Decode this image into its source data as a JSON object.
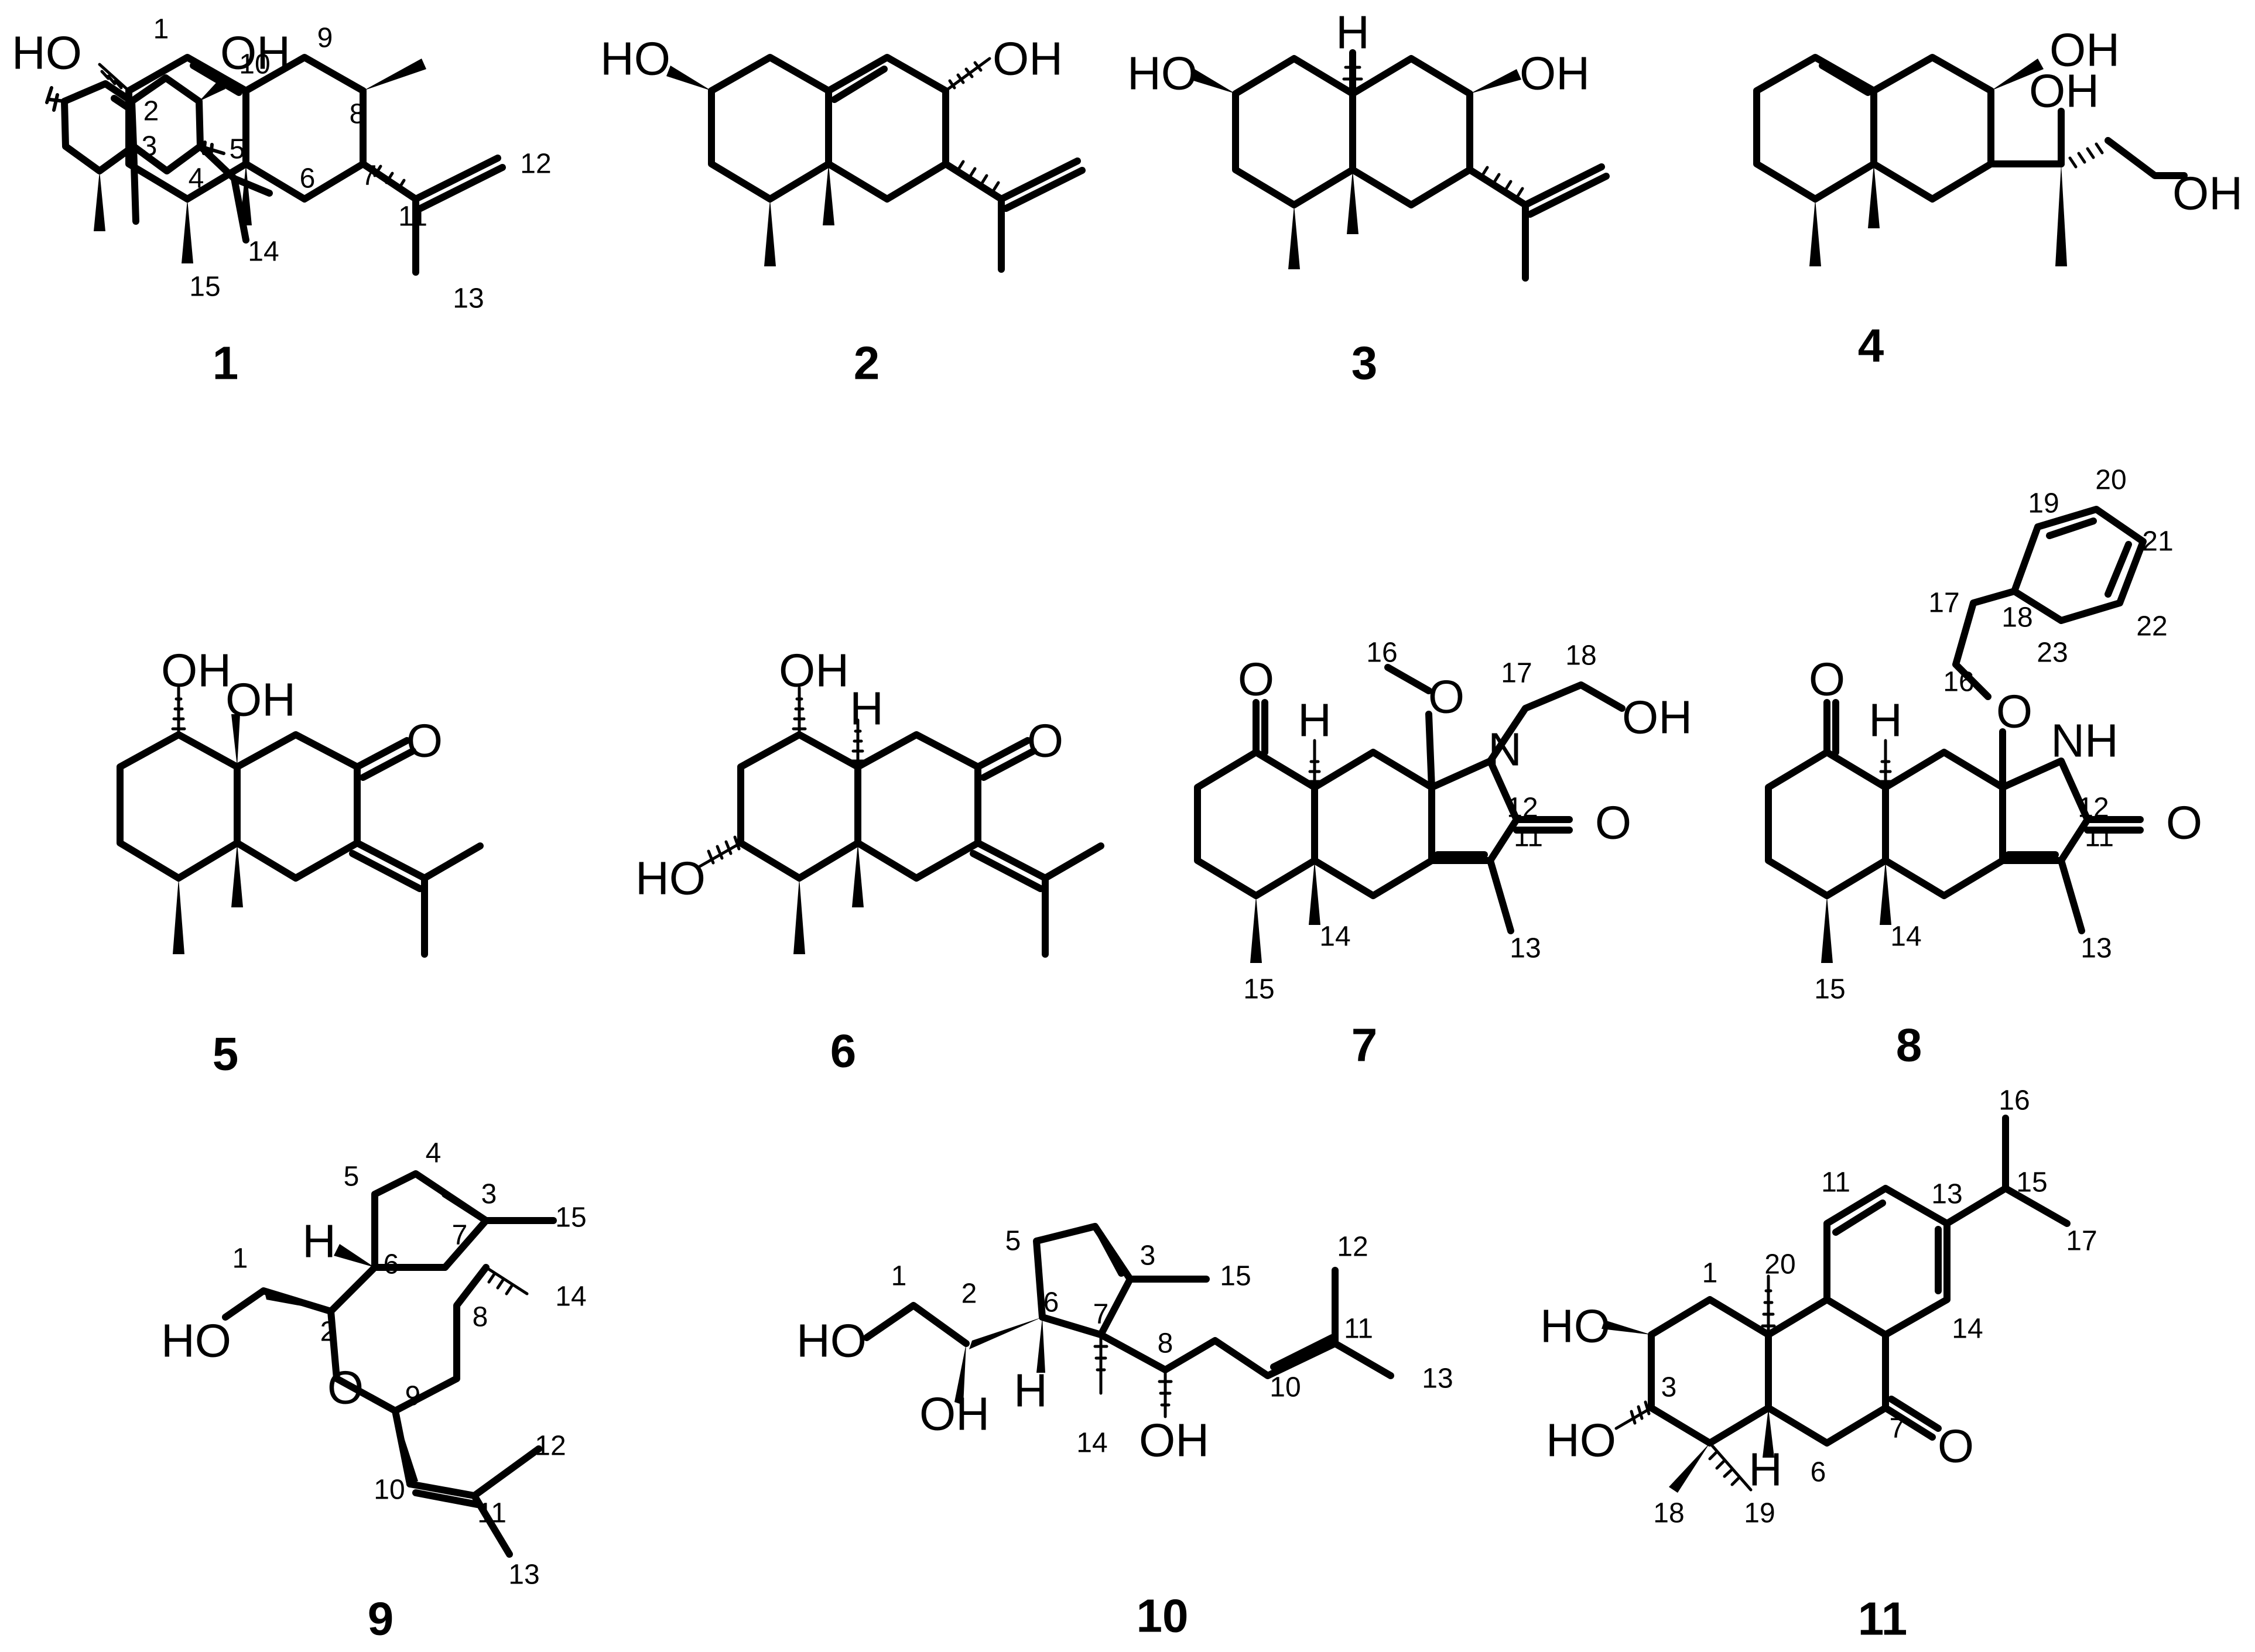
{
  "compounds": [
    {
      "id": "1"
    },
    {
      "id": "2"
    },
    {
      "id": "3"
    },
    {
      "id": "4"
    },
    {
      "id": "5"
    },
    {
      "id": "6"
    },
    {
      "id": "7"
    },
    {
      "id": "8"
    },
    {
      "id": "9"
    },
    {
      "id": "10"
    },
    {
      "id": "11"
    }
  ],
  "groups": {
    "oh": "OH",
    "ho": "HO",
    "h": "H",
    "o": "O",
    "n": "N",
    "nh": "NH"
  },
  "locants": {
    "c1": [
      "1",
      "2",
      "3",
      "4",
      "5",
      "6",
      "7",
      "8",
      "9",
      "10",
      "11",
      "12",
      "13",
      "14",
      "15"
    ],
    "c7": [
      "11",
      "12",
      "13",
      "14",
      "15",
      "16",
      "17",
      "18"
    ],
    "c8": [
      "11",
      "12",
      "13",
      "14",
      "15",
      "16",
      "17",
      "18",
      "19",
      "20",
      "21",
      "22",
      "23"
    ],
    "c9": [
      "1",
      "2",
      "3",
      "4",
      "5",
      "6",
      "7",
      "8",
      "9",
      "10",
      "11",
      "12",
      "13",
      "14",
      "15"
    ],
    "c10": [
      "1",
      "2",
      "3",
      "5",
      "6",
      "7",
      "8",
      "10",
      "11",
      "12",
      "13",
      "14",
      "15"
    ],
    "c11": [
      "1",
      "3",
      "6",
      "7",
      "11",
      "13",
      "14",
      "15",
      "16",
      "17",
      "18",
      "19",
      "20"
    ]
  },
  "colors": {
    "ink": "#000000",
    "background": "#ffffff"
  }
}
